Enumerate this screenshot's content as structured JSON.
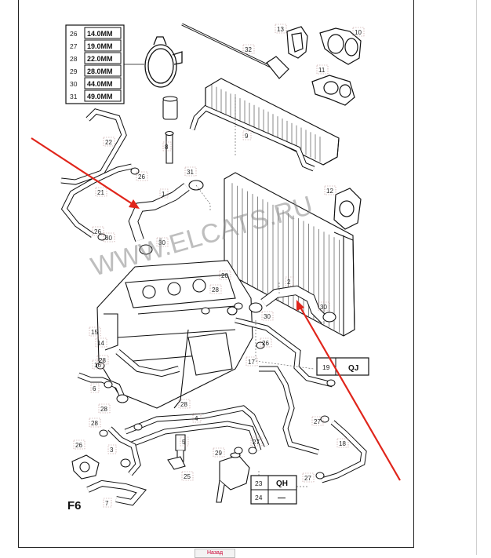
{
  "figure_label": "F6",
  "watermark": "WWW.ELCATS.RU",
  "size_table": [
    {
      "index": "26",
      "size": "14.0MM"
    },
    {
      "index": "27",
      "size": "19.0MM"
    },
    {
      "index": "28",
      "size": "22.0MM"
    },
    {
      "index": "29",
      "size": "28.0MM"
    },
    {
      "index": "30",
      "size": "44.0MM"
    },
    {
      "index": "31",
      "size": "49.0MM"
    }
  ],
  "box_qj": {
    "index": "19",
    "code": "QJ"
  },
  "box_qh": {
    "rows": [
      {
        "index": "23",
        "code": "QH"
      },
      {
        "index": "24",
        "code": "—"
      }
    ]
  },
  "callouts": [
    "1",
    "2",
    "3",
    "4",
    "5",
    "6",
    "7",
    "8",
    "9",
    "10",
    "11",
    "12",
    "13",
    "14",
    "15",
    "16",
    "17",
    "18",
    "20",
    "21",
    "22",
    "25",
    "26",
    "26",
    "26",
    "26",
    "27",
    "27",
    "27",
    "28",
    "28",
    "28",
    "28",
    "28",
    "29",
    "30",
    "30",
    "30",
    "30",
    "31",
    "32"
  ],
  "colors": {
    "arrow": "#e0251b",
    "line": "#111111",
    "watermark": "#8a8a8a"
  },
  "footer_button": "Назад"
}
